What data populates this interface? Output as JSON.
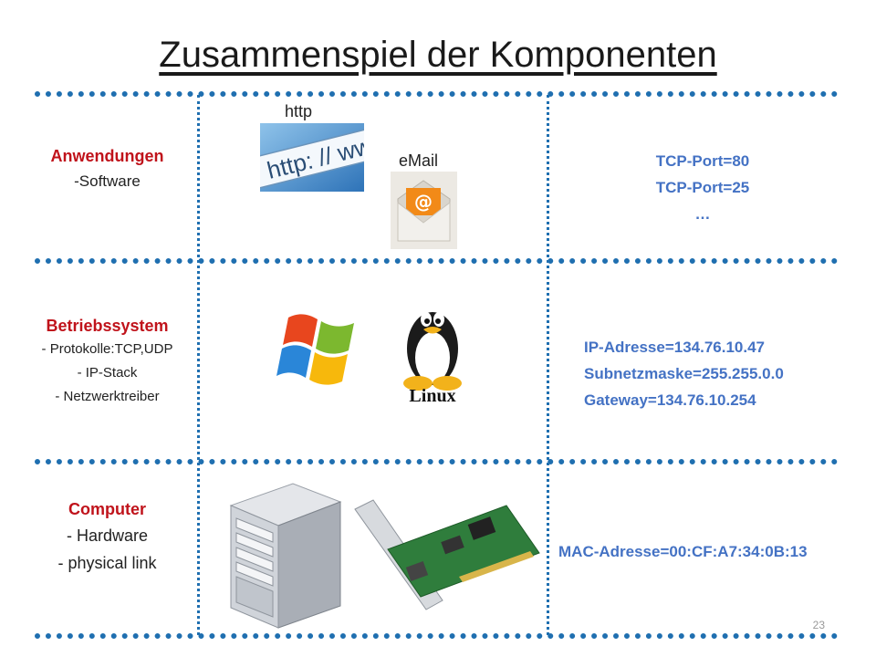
{
  "title": "Zusammenspiel der Komponenten",
  "layers": [
    {
      "title": "Anwendungen",
      "lines": [
        "-Software"
      ],
      "values": [
        "TCP-Port=80",
        "TCP-Port=25",
        "…"
      ]
    },
    {
      "title": "Betriebssystem",
      "lines": [
        "- Protokolle:TCP,UDP",
        "- IP-Stack",
        "- Netzwerktreiber"
      ],
      "values": [
        "IP-Adresse=134.76.10.47",
        "Subnetzmaske=255.255.0.0",
        "Gateway=134.76.10.254"
      ]
    },
    {
      "title": "Computer",
      "lines": [
        "- Hardware",
        "- physical link"
      ],
      "values": [
        "MAC-Adresse=00:CF:A7:34:0B:13"
      ]
    }
  ],
  "captions": {
    "http": "http",
    "email": "eMail"
  },
  "images": {
    "http_text": "http: // ww",
    "linux_text": "Linux"
  },
  "colors": {
    "accent": "#1f6fb0",
    "layer_title": "#c0131b",
    "value_text": "#4472c4"
  },
  "page_number": "23"
}
